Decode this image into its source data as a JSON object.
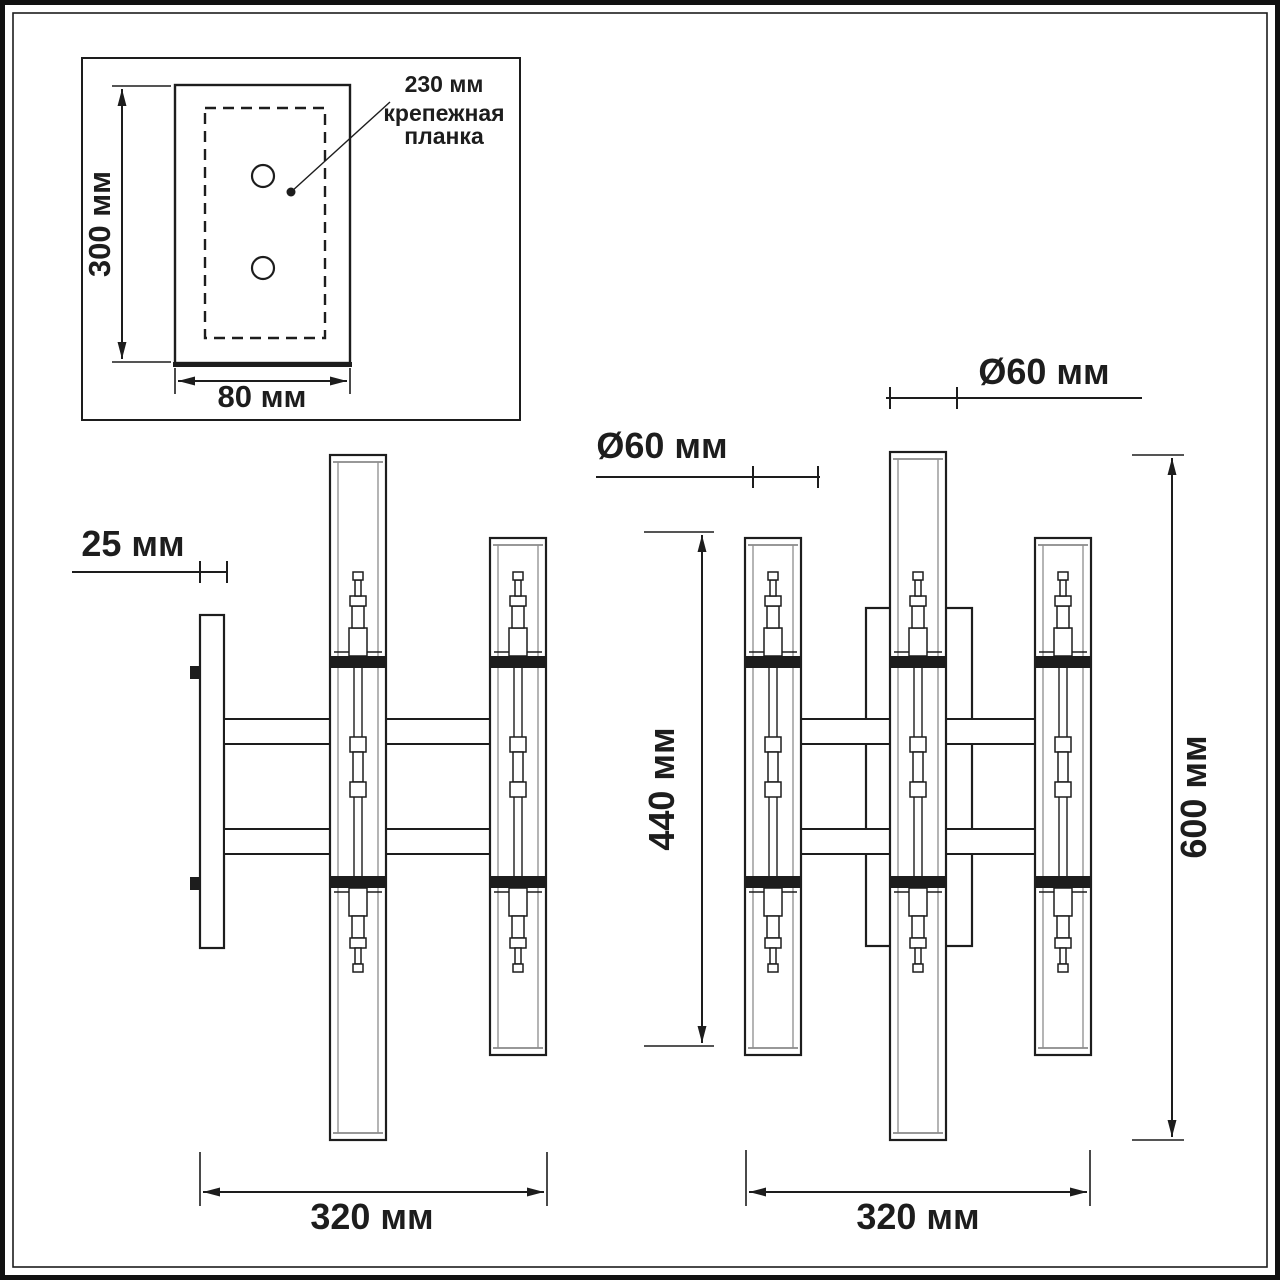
{
  "colors": {
    "ink": "#1d1d1d",
    "paper": "#ffffff"
  },
  "detail_inset": {
    "dim_height": "300 мм",
    "dim_width": "80 мм",
    "callout_dim": "230 мм",
    "callout_label_line1": "крепежная",
    "callout_label_line2": "планка"
  },
  "side_view": {
    "dim_depth": "25 мм",
    "dim_diameter": "Ø60 мм",
    "dim_lamp_height": "440 мм",
    "dim_width": "320 мм"
  },
  "front_view": {
    "dim_diameter": "Ø60 мм",
    "dim_total_height": "600 мм",
    "dim_width": "320 мм"
  }
}
